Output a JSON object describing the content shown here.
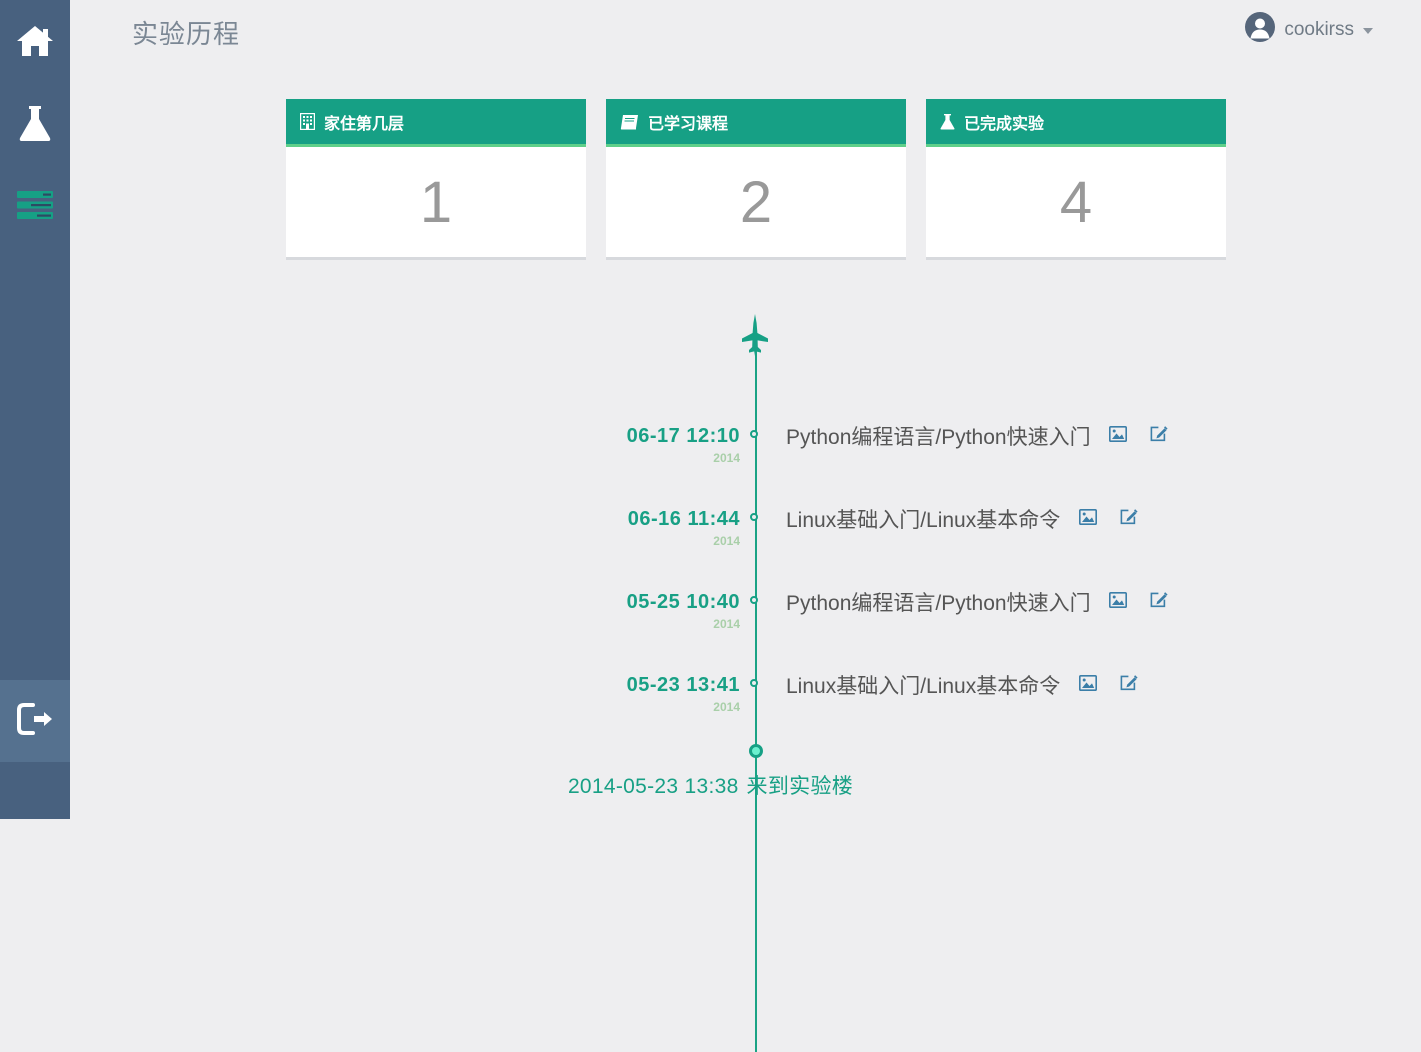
{
  "sidebar": {
    "items": [
      {
        "name": "home",
        "icon": "home-icon",
        "active": false
      },
      {
        "name": "lab",
        "icon": "flask-icon",
        "active": false
      },
      {
        "name": "tasks",
        "icon": "server-list-icon",
        "active": true
      }
    ],
    "logout": {
      "name": "logout",
      "icon": "sign-out-icon"
    }
  },
  "header": {
    "title": "实验历程",
    "user": {
      "name": "cookirss",
      "avatar_icon": "user-circle-icon",
      "caret_icon": "caret-down-icon"
    }
  },
  "cards": [
    {
      "icon": "building-icon",
      "title": "家住第几层",
      "value": "1"
    },
    {
      "icon": "book-icon",
      "title": "已学习课程",
      "value": "2"
    },
    {
      "icon": "flask-icon",
      "title": "已完成实验",
      "value": "4"
    }
  ],
  "timeline": {
    "top_icon": "fighter-jet-icon",
    "entries": [
      {
        "time": "06-17 12:10",
        "year": "2014",
        "label": "Python编程语言/Python快速入门",
        "actions": [
          "image-icon",
          "edit-icon"
        ]
      },
      {
        "time": "06-16 11:44",
        "year": "2014",
        "label": "Linux基础入门/Linux基本命令",
        "actions": [
          "image-icon",
          "edit-icon"
        ]
      },
      {
        "time": "05-25 10:40",
        "year": "2014",
        "label": "Python编程语言/Python快速入门",
        "actions": [
          "image-icon",
          "edit-icon"
        ]
      },
      {
        "time": "05-23 13:41",
        "year": "2014",
        "label": "Linux基础入门/Linux基本命令",
        "actions": [
          "image-icon",
          "edit-icon"
        ]
      }
    ],
    "end": {
      "time": "2014-05-23 13:38",
      "text": "来到实验楼"
    }
  },
  "colors": {
    "sidebar_bg": "#48617f",
    "sidebar_active_icon": "#16a085",
    "accent_green": "#16a085",
    "light_green": "#5fd08a",
    "page_bg": "#eeeef0",
    "action_icon": "#3b7ea8"
  }
}
